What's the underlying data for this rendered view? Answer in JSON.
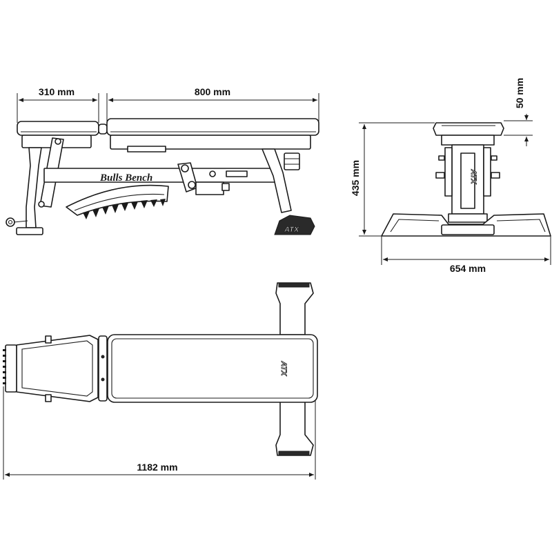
{
  "dimensions": {
    "seat_length": "310 mm",
    "back_length": "800 mm",
    "pad_height": "50 mm",
    "bench_height": "435 mm",
    "base_width": "654 mm",
    "total_length": "1182 mm"
  },
  "branding": {
    "model_name": "Bulls Bench",
    "logo_text": "ATX"
  },
  "colors": {
    "line": "#1a1a1a",
    "background": "#ffffff"
  }
}
